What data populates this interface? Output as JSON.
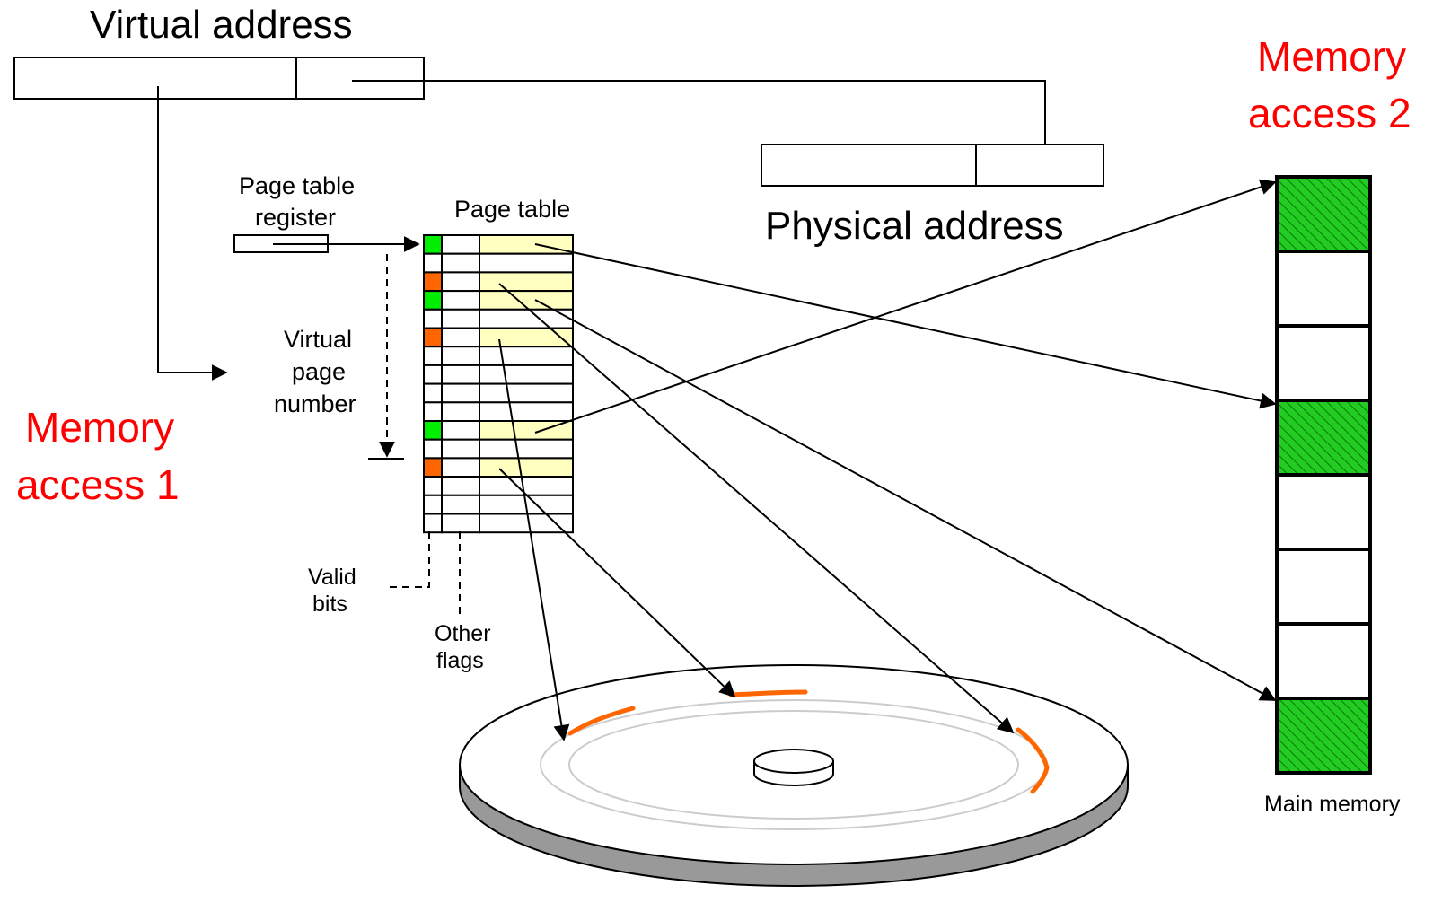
{
  "labels": {
    "virtual_address": "Virtual address",
    "physical_address": "Physical address",
    "page_table": "Page table",
    "page_table_register_line1": "Page table",
    "page_table_register_line2": "register",
    "vpn_line1": "Virtual",
    "vpn_line2": "page",
    "vpn_line3": "number",
    "valid_bits_line1": "Valid",
    "valid_bits_line2": "bits",
    "other_flags_line1": "Other",
    "other_flags_line2": "flags",
    "memory_access_1_line1": "Memory",
    "memory_access_1_line2": "access 1",
    "memory_access_2_line1": "Memory",
    "memory_access_2_line2": "access 2",
    "main_memory": "Main memory"
  },
  "colors": {
    "valid_in_memory": "#00ee00",
    "on_disk": "#ff6600",
    "entry_highlight": "#ffffc0",
    "memory_frame_fill": "#22cc22",
    "annotation_red": "#ff0000"
  },
  "page_table": {
    "rows": 16,
    "entries": [
      {
        "row": 0,
        "valid": "memory",
        "highlight": true
      },
      {
        "row": 2,
        "valid": "disk",
        "highlight": true
      },
      {
        "row": 3,
        "valid": "memory",
        "highlight": true
      },
      {
        "row": 5,
        "valid": "disk",
        "highlight": true
      },
      {
        "row": 10,
        "valid": "memory",
        "highlight": true
      },
      {
        "row": 12,
        "valid": "disk",
        "highlight": true
      }
    ]
  },
  "main_memory": {
    "frames": 8,
    "used_frames": [
      0,
      3,
      7
    ]
  }
}
